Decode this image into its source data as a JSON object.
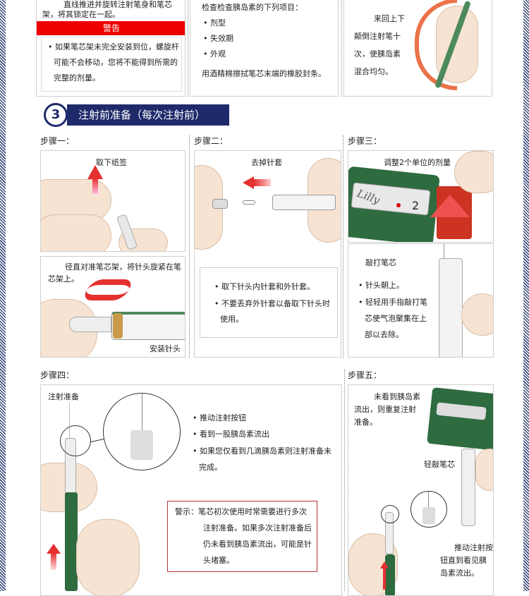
{
  "top": {
    "panel1": {
      "text": "直线推进并旋转注射笔身和笔芯架，将其锁定在一起。",
      "warning_title": "警告",
      "warning_text": "• 如果笔芯架未完全安装到位，螺旋杆可能不会移动，您将不能得到所需的完整的剂量。"
    },
    "panel2": {
      "intro": "检查检查胰岛素的下列项目：",
      "items": [
        "• 剂型",
        "• 失效期",
        "• 外观"
      ],
      "footer": "用酒精棉擦拭笔芯末端的橡胶封条。"
    },
    "panel3": {
      "text": "来回上下颠倒注射笔十次，使胰岛素混合均匀。"
    }
  },
  "section": {
    "number": "3",
    "title": "注射前准备（每次注射前）"
  },
  "steps": {
    "step1": {
      "label": "步骤一：",
      "top_caption": "取下纸签",
      "bottom_caption": "径直对准笔芯架，将针头旋紧在笔芯架上。",
      "bottom_label": "安装针头"
    },
    "step2": {
      "label": "步骤二：",
      "caption": "去掉针套",
      "bullets": [
        "• 取下针头内针套和外针套。",
        "• 不要丢弃外针套以备取下针头时使用。"
      ]
    },
    "step3": {
      "label": "步骤三：",
      "top_caption": "调整2个单位的剂量",
      "dial_number": "2",
      "brand": "Lilly",
      "bottom_title": "敲打笔芯",
      "bullets": [
        "• 针头朝上。",
        "• 轻轻用手指敲打笔芯使气泡聚集在上部以去除。"
      ]
    },
    "step4": {
      "label": "步骤四：",
      "caption": "注射准备",
      "bullets": [
        "• 推动注射按钮",
        "• 看到一股胰岛素流出",
        "• 如果您仅看到几滴胰岛素则注射准备未完成。"
      ],
      "warning": "警示：笔芯初次使用时常需要进行多次注射准备。如果多次注射准备后仍未看到胰岛素流出，可能是针头堵塞。"
    },
    "step5": {
      "label": "步骤五：",
      "caption1": "未看到胰岛素流出，则重复注射准备。",
      "caption2": "轻敲笔芯",
      "caption3": "推动注射按钮直到看见胰岛素流出。"
    }
  },
  "colors": {
    "warning_red": "#ee0000",
    "navy": "#1f2a6b",
    "pen_green": "#2e6b3f",
    "arrow_red": "#e53030"
  }
}
